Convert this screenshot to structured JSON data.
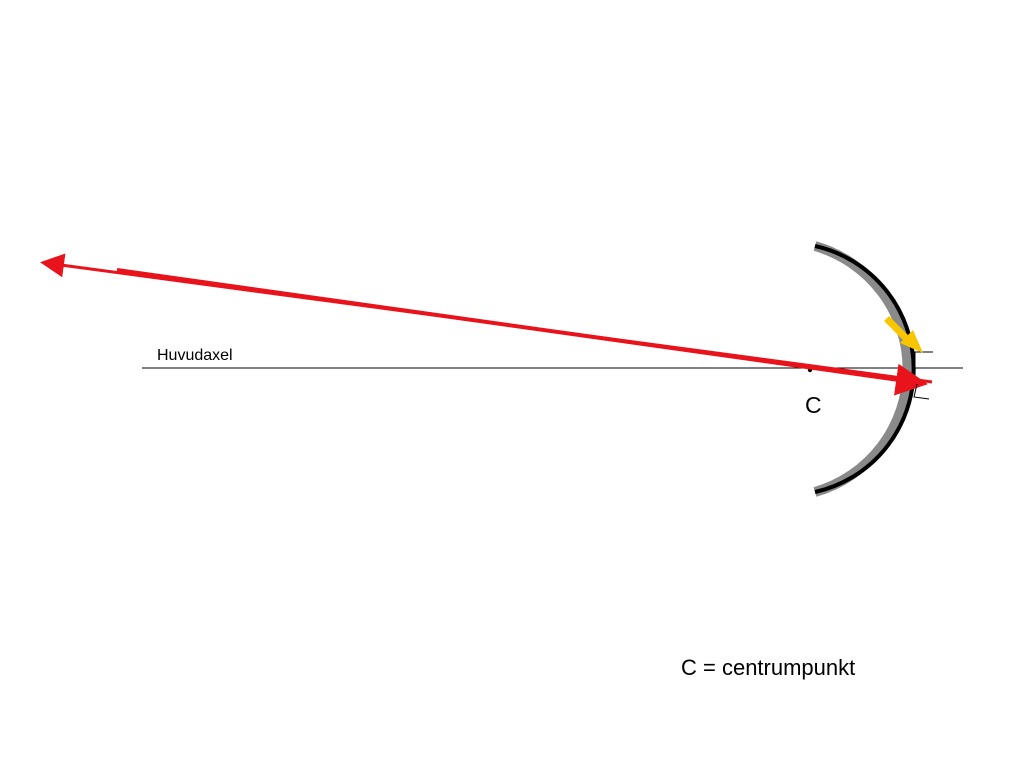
{
  "diagram": {
    "axis_label": "Huvudaxel",
    "center_label": "C",
    "legend": "C = centrumpunkt",
    "colors": {
      "ray": "#e8131b",
      "mirror": "#000000",
      "mirror_shadow": "#8a8a8a",
      "axis": "#000000",
      "pointer": "#f7c600"
    },
    "icons": {
      "pointer": "arrow-icon",
      "right_angle": "right-angle-icon"
    }
  }
}
